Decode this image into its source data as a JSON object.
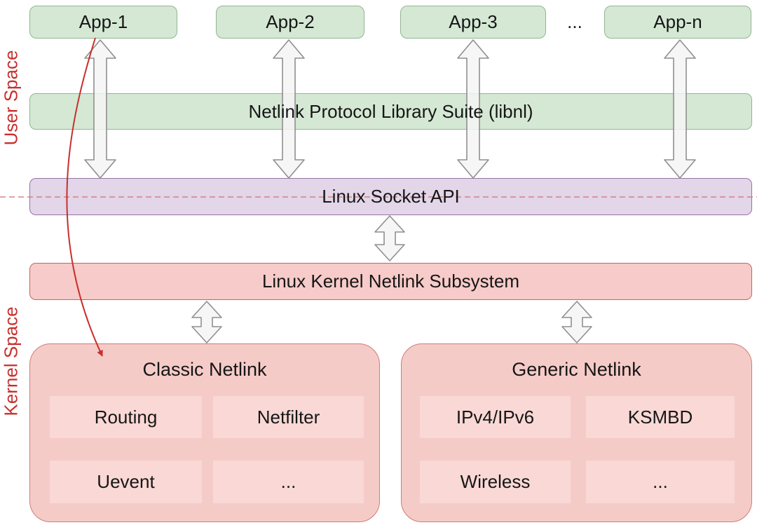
{
  "side_labels": {
    "user_space": "User Space",
    "kernel_space": "Kernel Space"
  },
  "apps": {
    "items": [
      "App-1",
      "App-2",
      "App-3",
      "App-n"
    ],
    "ellipsis": "..."
  },
  "bars": {
    "libnl": "Netlink Protocol Library Suite (libnl)",
    "socket_api": "Linux Socket API",
    "kernel_subsystem": "Linux Kernel Netlink Subsystem"
  },
  "classic_netlink": {
    "title": "Classic Netlink",
    "items": [
      "Routing",
      "Netfilter",
      "Uevent",
      "..."
    ]
  },
  "generic_netlink": {
    "title": "Generic Netlink",
    "items": [
      "IPv4/IPv6",
      "KSMBD",
      "Wireless",
      "..."
    ]
  },
  "colors": {
    "green-fill": "#d5e8d4",
    "green-stroke": "#93b493",
    "purple-fill": "#e2d6e8",
    "purple-stroke": "#9673a6",
    "pink-fill": "#f7cbc9",
    "pink-stroke": "#c4655f",
    "pink-container-fill": "#f5cbc8",
    "pink-container-stroke": "#cf7d77",
    "pink-inner-fill": "#f9d8d5",
    "red-accent": "#c7302d",
    "boundary-line": "#cf7a76",
    "arrow-fill": "#f5f5f5",
    "arrow-stroke": "#8f8f8f",
    "text": "#161616"
  }
}
